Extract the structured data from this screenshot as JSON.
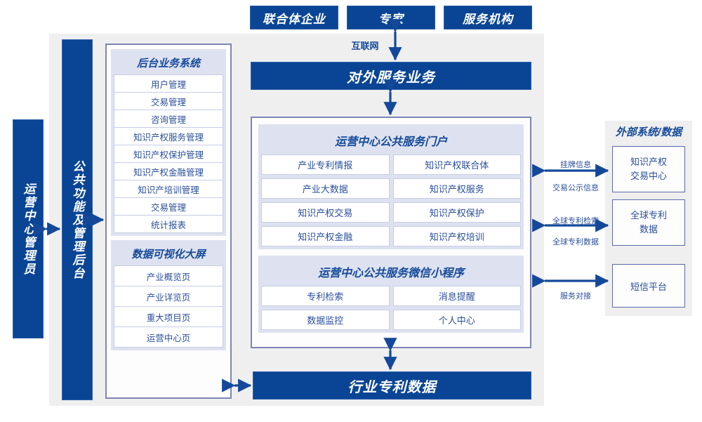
{
  "colors": {
    "brand_blue": "#0a4595",
    "panel_grey": "#efefef",
    "group_lavender": "#dee2f0",
    "frame_border": "#7e85b5",
    "text_blue": "#2a4f9b"
  },
  "top_actors": [
    {
      "label": "联合体企业"
    },
    {
      "label": "专家"
    },
    {
      "label": "服务机构"
    }
  ],
  "internet_label": "互联网",
  "external_service_bar": "对外服务业务",
  "industry_data_bar": "行业专利数据",
  "left_columns": [
    {
      "label": "运营中心管理员"
    },
    {
      "label": "公共功能及管理后台"
    }
  ],
  "backoffice": {
    "title": "后台业务系统",
    "items": [
      "用户管理",
      "交易管理",
      "咨询管理",
      "知识产权服务管理",
      "知识产权保护管理",
      "知识产权金融管理",
      "知识产培训管理",
      "交易管理",
      "统计报表"
    ]
  },
  "bigscreen": {
    "title": "数据可视化大屏",
    "items": [
      "产业概览页",
      "产业详览页",
      "重大项目页",
      "运营中心页"
    ]
  },
  "portal": {
    "title": "运营中心公共服务门户",
    "items": [
      "产业专利情报",
      "知识产权联合体",
      "产业大数据",
      "知识产权服务",
      "知识产权交易",
      "知识产权保护",
      "知识产权金融",
      "知识产权培训"
    ]
  },
  "miniprogram": {
    "title": "运营中心公共服务微信小程序",
    "items": [
      "专利检索",
      "消息提醒",
      "数据监控",
      "个人中心"
    ]
  },
  "external": {
    "title": "外部系统/数据",
    "systems": [
      {
        "label": "知识产权交易中心",
        "line1": "知识产权",
        "line2": "交易中心"
      },
      {
        "label": "全球专利数据",
        "line1": "全球专利",
        "line2": "数据"
      },
      {
        "label": "短信平台",
        "line1": "短信平台",
        "line2": ""
      }
    ],
    "connectors": [
      {
        "above": "挂牌信息",
        "below": "交易公示信息"
      },
      {
        "above": "全球专利检索",
        "below": "全球专利数据"
      },
      {
        "above": "",
        "below": "服务对接"
      }
    ]
  }
}
